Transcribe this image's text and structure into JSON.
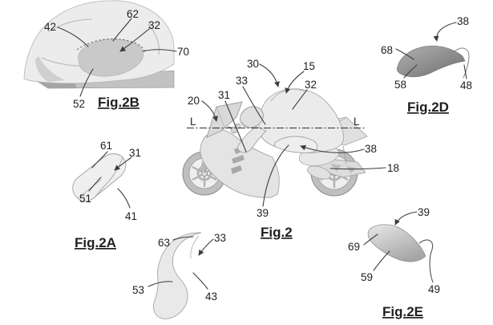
{
  "page": {
    "background": "#ffffff"
  },
  "figures": {
    "fig2": {
      "caption": "Fig.2",
      "section_line_left": "L",
      "section_line_right": "L",
      "labels": {
        "n20": "20",
        "n31": "31",
        "n33": "33",
        "n30": "30",
        "n15": "15",
        "n32": "32",
        "n38": "38",
        "n18": "18",
        "n39": "39"
      }
    },
    "fig2A": {
      "caption": "Fig.2A",
      "labels": {
        "n61": "61",
        "n31": "31",
        "n51": "51",
        "n41": "41"
      }
    },
    "fig2B": {
      "caption": "Fig.2B",
      "labels": {
        "n42": "42",
        "n62": "62",
        "n32": "32",
        "n70": "70",
        "n52": "52"
      }
    },
    "fig2C": {
      "labels": {
        "n63": "63",
        "n33": "33",
        "n53": "53",
        "n43": "43"
      }
    },
    "fig2D": {
      "caption": "Fig.2D",
      "labels": {
        "n38": "38",
        "n68": "68",
        "n58": "58",
        "n48": "48"
      }
    },
    "fig2E": {
      "caption": "Fig.2E",
      "labels": {
        "n39": "39",
        "n69": "69",
        "n59": "59",
        "n49": "49"
      }
    }
  },
  "colors": {
    "leader_line": "#3c3c3c",
    "label_text": "#1f1f1f",
    "render_light": "#ececec",
    "render_mid": "#c9c9c9",
    "render_dark": "#7a7a7a"
  }
}
